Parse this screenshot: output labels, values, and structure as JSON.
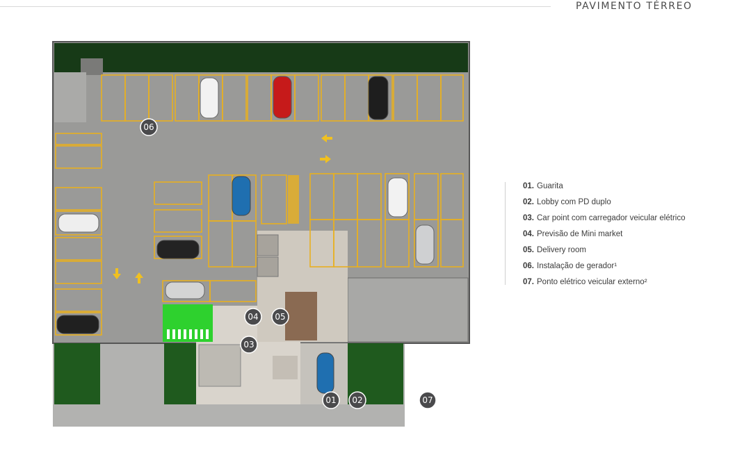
{
  "header": {
    "title": "PAVIMENTO TÉRREO"
  },
  "legend": {
    "items": [
      {
        "num": "01.",
        "label": "Guarita"
      },
      {
        "num": "02.",
        "label": "Lobby com PD duplo"
      },
      {
        "num": "03.",
        "label": "Car point com carregador veicular elétrico"
      },
      {
        "num": "04.",
        "label": "Previsão de Mini market"
      },
      {
        "num": "05.",
        "label": "Delivery room"
      },
      {
        "num": "06.",
        "label": "Instalação de gerador¹"
      },
      {
        "num": "07.",
        "label": "Ponto elétrico veicular externo²"
      }
    ]
  },
  "markers": [
    "01",
    "02",
    "03",
    "04",
    "05",
    "06",
    "07"
  ],
  "colors": {
    "asphalt": "#9a9a98",
    "parking_line": "#e8b020",
    "garden": "#1f5a1e",
    "marker": "#4a4a4c",
    "car_point": "#2ed12e"
  },
  "cars": [
    "white",
    "red",
    "black",
    "blue",
    "white",
    "silver",
    "white",
    "black",
    "silver",
    "black",
    "blue"
  ]
}
